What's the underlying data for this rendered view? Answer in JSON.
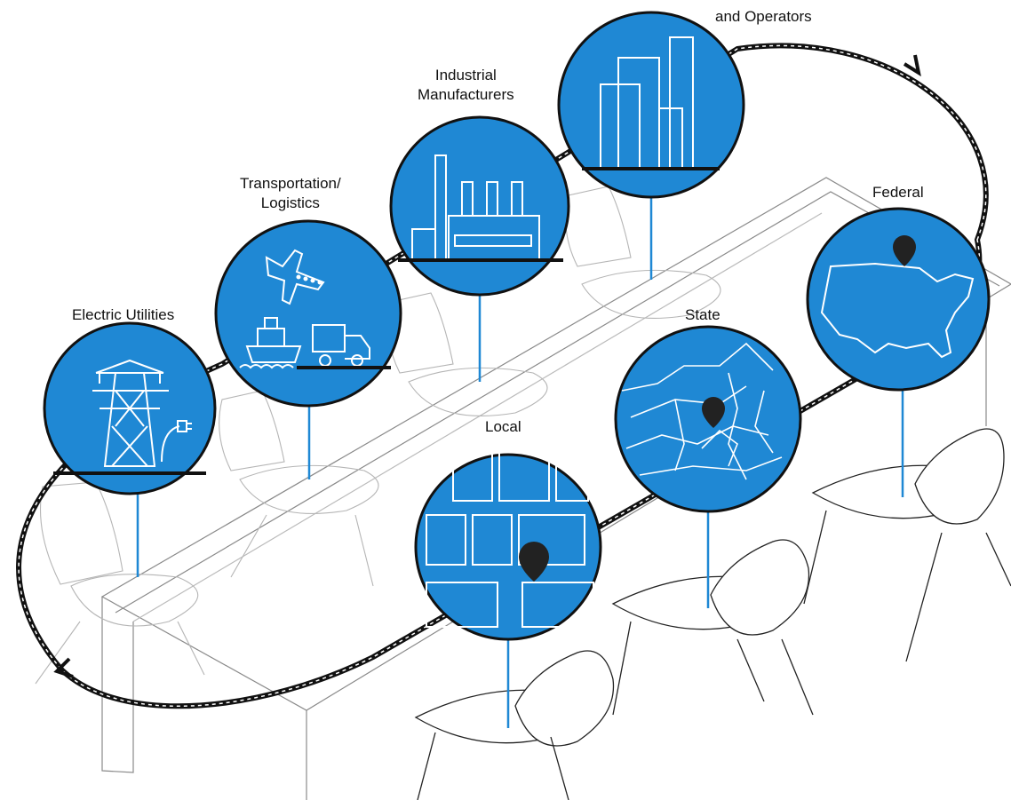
{
  "stakeholders": [
    {
      "id": "electric-utilities",
      "label": "Electric Utilities",
      "icon": "transmission-tower-icon"
    },
    {
      "id": "transportation",
      "label": "Transportation/\nLogistics",
      "icon": "plane-ship-truck-icon"
    },
    {
      "id": "industrial",
      "label": "Industrial\nManufacturers",
      "icon": "factory-icon"
    },
    {
      "id": "operators",
      "label": "and Operators",
      "icon": "buildings-icon"
    }
  ],
  "government": [
    {
      "id": "local",
      "label": "Local",
      "icon": "city-blocks-pin-icon"
    },
    {
      "id": "state",
      "label": "State",
      "icon": "state-map-pin-icon"
    },
    {
      "id": "federal",
      "label": "Federal",
      "icon": "usa-map-pin-icon"
    }
  ],
  "colors": {
    "circle_fill": "#1f88d4",
    "circle_stroke": "#111111",
    "stem": "#1f88d4",
    "loop": "#111111",
    "furniture": "#9a9a9a"
  }
}
